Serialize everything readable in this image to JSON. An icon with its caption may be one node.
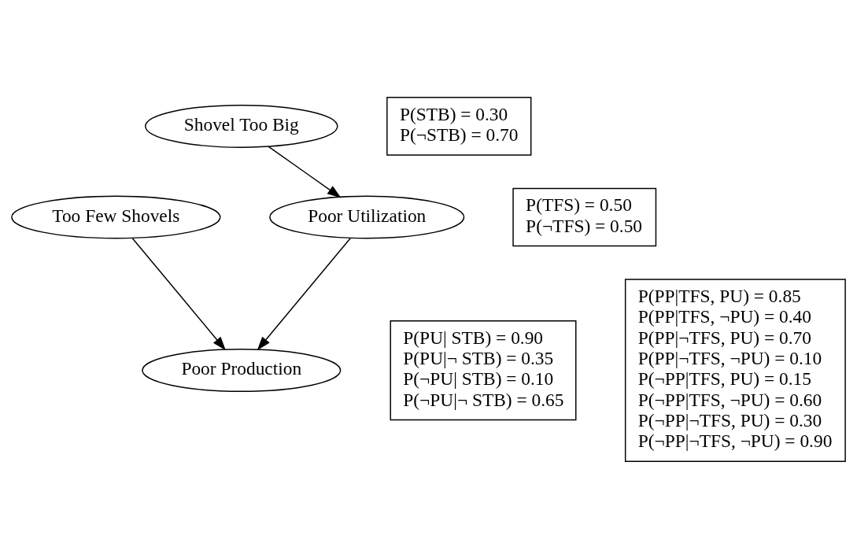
{
  "diagram": {
    "nodes": [
      {
        "text": [
          "Shovel Too Big"
        ]
      },
      {
        "text": [
          "P(STB) = 0.30",
          "P(¬STB) = 0.70"
        ]
      },
      {
        "text": [
          "Too Few Shovels"
        ]
      },
      {
        "text": [
          "P(TFS) = 0.50",
          "P(¬TFS) = 0.50"
        ]
      },
      {
        "text": [
          "Poor Utilization"
        ]
      },
      {
        "text": [
          "P(PU| STB) = 0.90",
          "P(PU|¬ STB) = 0.35",
          "P(¬PU| STB) = 0.10",
          "P(¬PU|¬ STB) = 0.65"
        ]
      },
      {
        "text": [
          "Poor Production"
        ]
      },
      {
        "text": [
          "P(PP|TFS, PU) = 0.85",
          "P(PP|TFS, ¬PU) = 0.40",
          "P(PP|¬TFS, PU) = 0.70",
          "P(PP|¬TFS, ¬PU) = 0.10",
          "P(¬PP|TFS, PU) = 0.15",
          "P(¬PP|TFS, ¬PU) = 0.60",
          "P(¬PP|¬TFS, PU) = 0.30",
          "P(¬PP|¬TFS, ¬PU) = 0.90"
        ]
      }
    ],
    "edges": [
      {
        "from": 0,
        "to": 4,
        "arrow": "to"
      },
      {
        "from": 4,
        "to": 6,
        "arrow": "to"
      },
      {
        "from": 2,
        "to": 6,
        "arrow": "to"
      }
    ]
  }
}
